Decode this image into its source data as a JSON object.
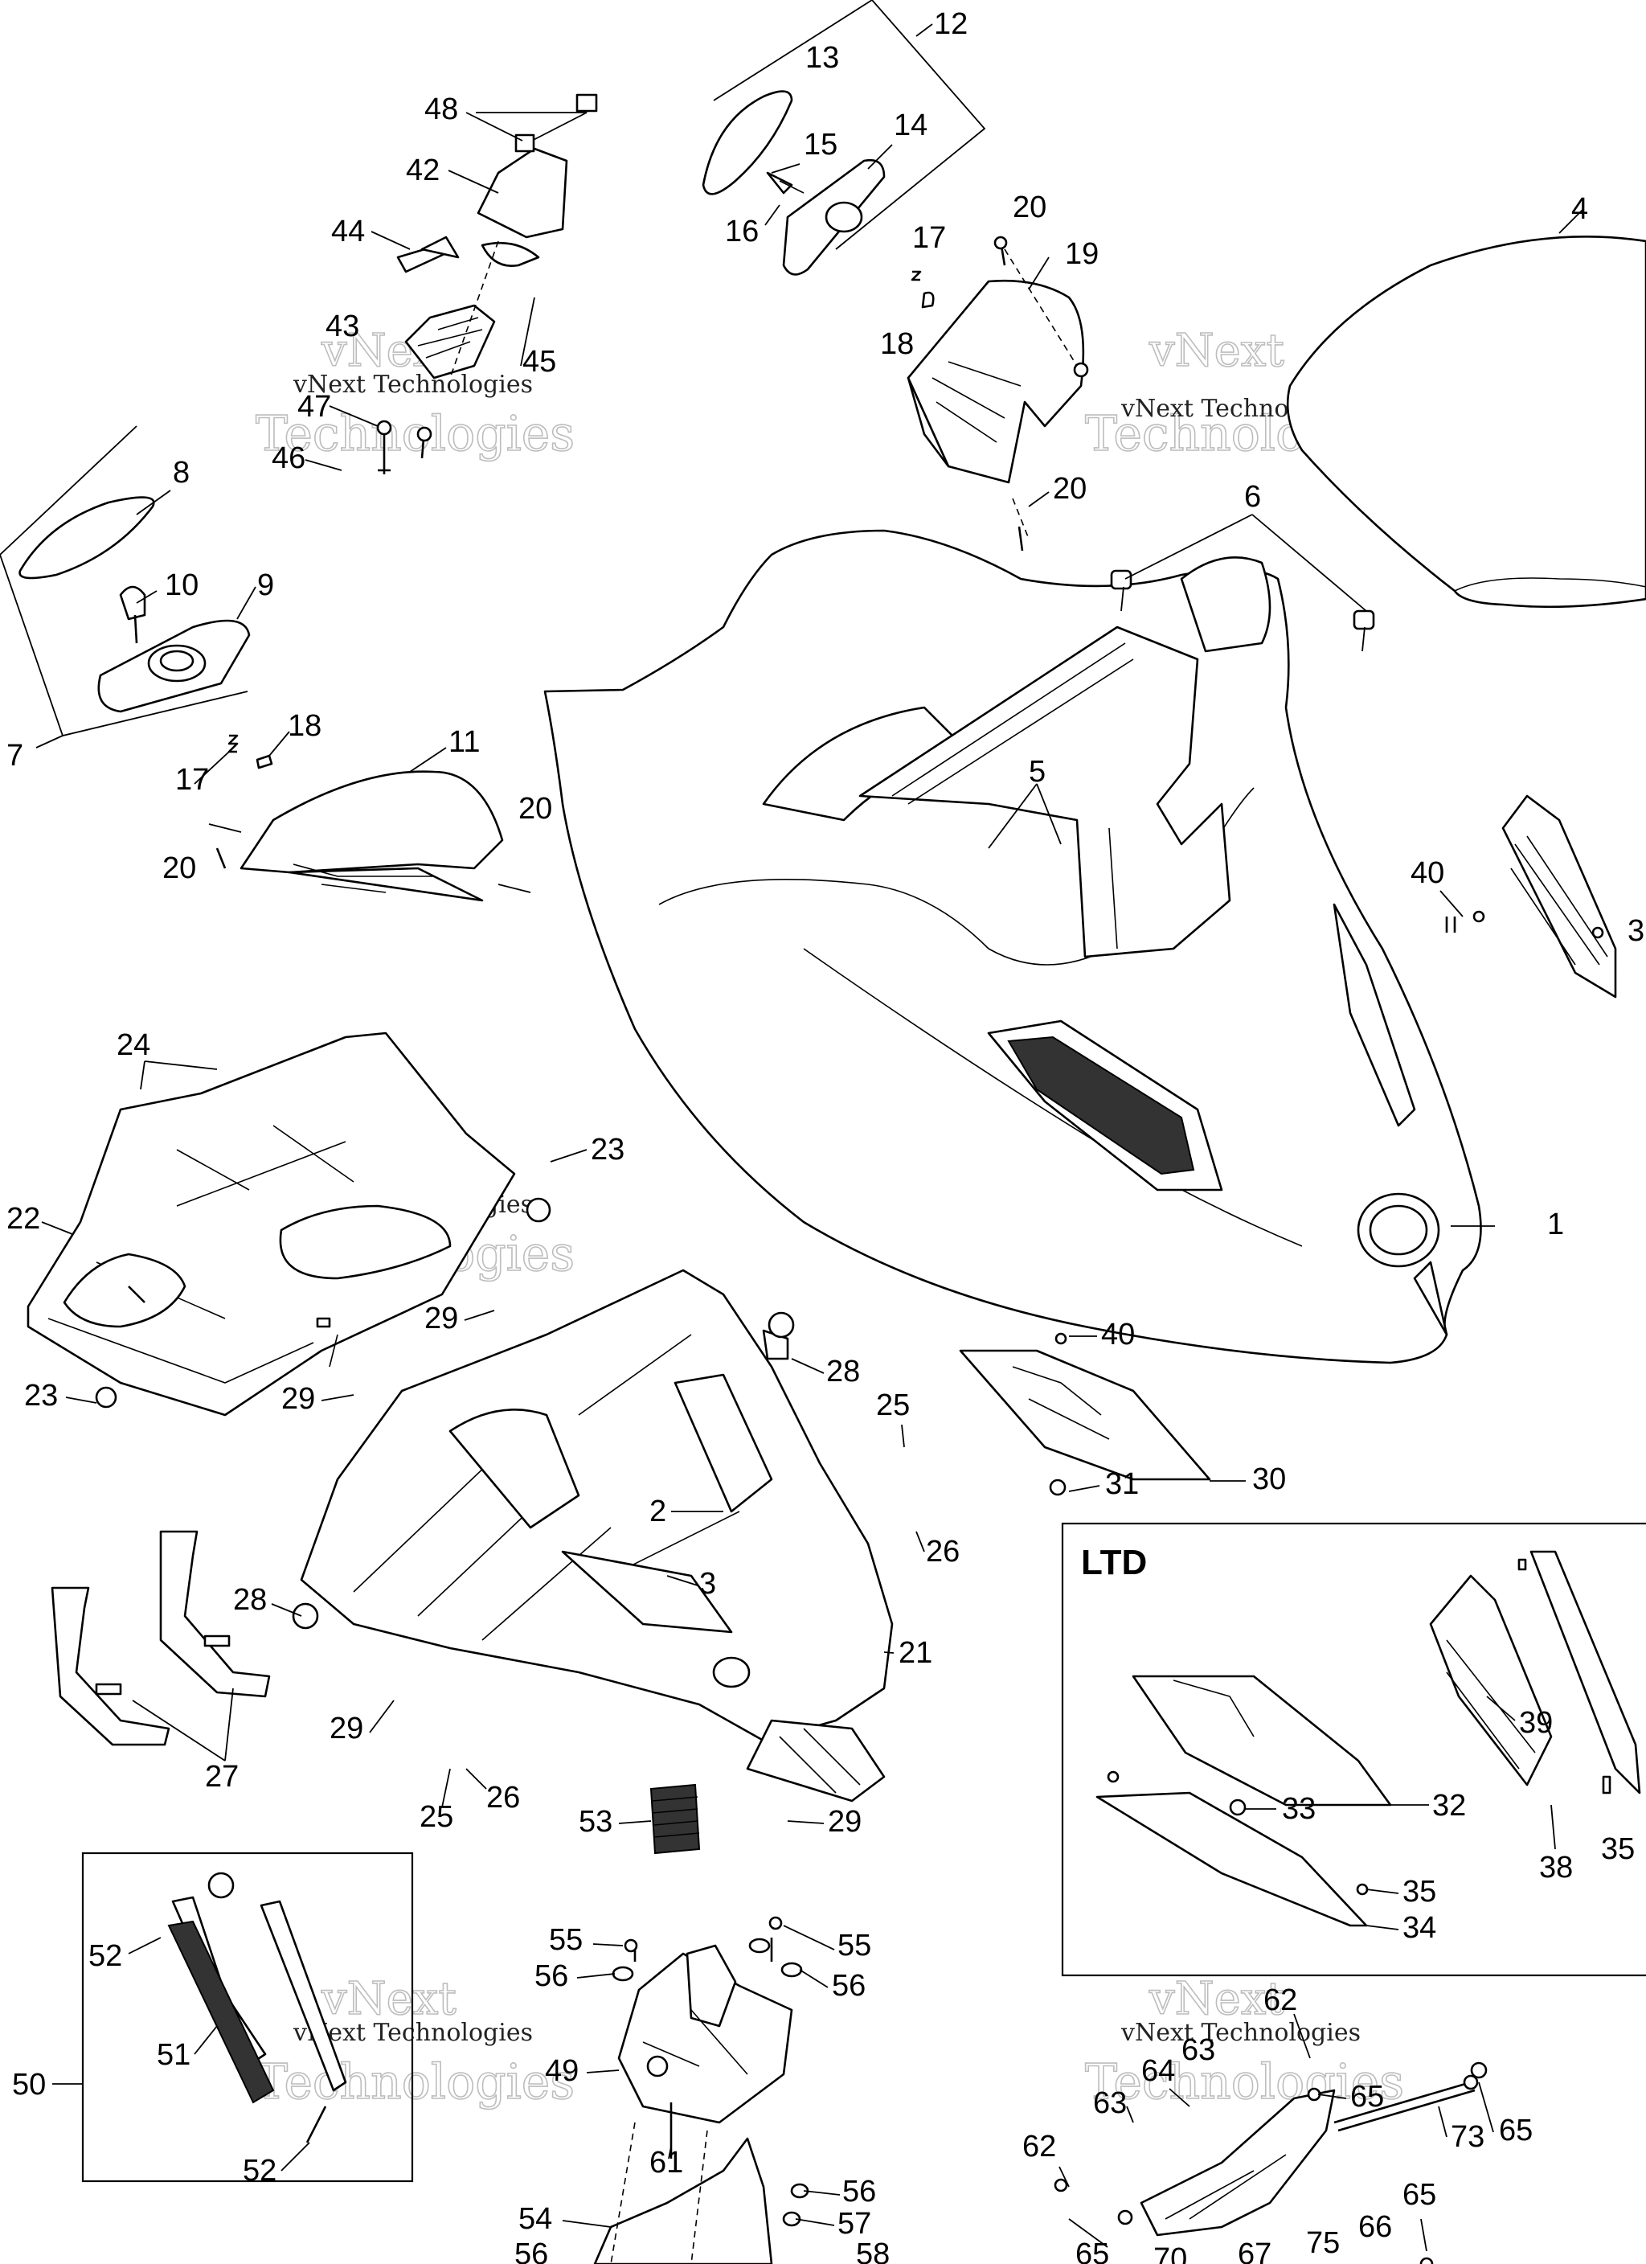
{
  "box_label": "LTD",
  "watermark": {
    "brand": "vNext",
    "word": "Technologies",
    "line": "vNext Technologies"
  },
  "callouts": [
    {
      "id": "c12",
      "text": "12"
    },
    {
      "id": "c13",
      "text": "13"
    },
    {
      "id": "c48",
      "text": "48"
    },
    {
      "id": "c42",
      "text": "42"
    },
    {
      "id": "c15",
      "text": "15"
    },
    {
      "id": "c14",
      "text": "14"
    },
    {
      "id": "c44",
      "text": "44"
    },
    {
      "id": "c16",
      "text": "16"
    },
    {
      "id": "c20a",
      "text": "20"
    },
    {
      "id": "c17a",
      "text": "17"
    },
    {
      "id": "c19",
      "text": "19"
    },
    {
      "id": "c4",
      "text": "4"
    },
    {
      "id": "c43",
      "text": "43"
    },
    {
      "id": "c45",
      "text": "45"
    },
    {
      "id": "c18a",
      "text": "18"
    },
    {
      "id": "c47",
      "text": "47"
    },
    {
      "id": "c46",
      "text": "46"
    },
    {
      "id": "c20b",
      "text": "20"
    },
    {
      "id": "c8",
      "text": "8"
    },
    {
      "id": "c6",
      "text": "6"
    },
    {
      "id": "c10",
      "text": "10"
    },
    {
      "id": "c9",
      "text": "9"
    },
    {
      "id": "c18b",
      "text": "18"
    },
    {
      "id": "c11",
      "text": "11"
    },
    {
      "id": "c7",
      "text": "7"
    },
    {
      "id": "c17b",
      "text": "17"
    },
    {
      "id": "c5",
      "text": "5"
    },
    {
      "id": "c20c",
      "text": "20"
    },
    {
      "id": "c20d",
      "text": "20"
    },
    {
      "id": "c40a",
      "text": "40"
    },
    {
      "id": "c39a",
      "text": "3"
    },
    {
      "id": "c24",
      "text": "24"
    },
    {
      "id": "c23a",
      "text": "23"
    },
    {
      "id": "c22",
      "text": "22"
    },
    {
      "id": "c1",
      "text": "1"
    },
    {
      "id": "c29a",
      "text": "29"
    },
    {
      "id": "c40b",
      "text": "40"
    },
    {
      "id": "c28a",
      "text": "28"
    },
    {
      "id": "c23b",
      "text": "23"
    },
    {
      "id": "c29b",
      "text": "29"
    },
    {
      "id": "c25a",
      "text": "25"
    },
    {
      "id": "c31",
      "text": "31"
    },
    {
      "id": "c30",
      "text": "30"
    },
    {
      "id": "c2",
      "text": "2"
    },
    {
      "id": "c26a",
      "text": "26"
    },
    {
      "id": "c3",
      "text": "3"
    },
    {
      "id": "c28b",
      "text": "28"
    },
    {
      "id": "c21",
      "text": "21"
    },
    {
      "id": "c27",
      "text": "27"
    },
    {
      "id": "c29c",
      "text": "29"
    },
    {
      "id": "c25b",
      "text": "25"
    },
    {
      "id": "c26b",
      "text": "26"
    },
    {
      "id": "c53",
      "text": "53"
    },
    {
      "id": "c29d",
      "text": "29"
    },
    {
      "id": "c39",
      "text": "39"
    },
    {
      "id": "c33",
      "text": "33"
    },
    {
      "id": "c32",
      "text": "32"
    },
    {
      "id": "c38",
      "text": "38"
    },
    {
      "id": "c35a",
      "text": "35"
    },
    {
      "id": "c35b",
      "text": "35"
    },
    {
      "id": "c34",
      "text": "34"
    },
    {
      "id": "c52a",
      "text": "52"
    },
    {
      "id": "c55a",
      "text": "55"
    },
    {
      "id": "c55b",
      "text": "55"
    },
    {
      "id": "c56a",
      "text": "56"
    },
    {
      "id": "c56b",
      "text": "56"
    },
    {
      "id": "c51",
      "text": "51"
    },
    {
      "id": "c62a",
      "text": "62"
    },
    {
      "id": "c63a",
      "text": "63"
    },
    {
      "id": "c49",
      "text": "49"
    },
    {
      "id": "c64",
      "text": "64"
    },
    {
      "id": "c50",
      "text": "50"
    },
    {
      "id": "c63b",
      "text": "63"
    },
    {
      "id": "c65a",
      "text": "65"
    },
    {
      "id": "c73",
      "text": "73"
    },
    {
      "id": "c65b",
      "text": "65"
    },
    {
      "id": "c62b",
      "text": "62"
    },
    {
      "id": "c61",
      "text": "61"
    },
    {
      "id": "c56c",
      "text": "56"
    },
    {
      "id": "c52b",
      "text": "52"
    },
    {
      "id": "c57",
      "text": "57"
    },
    {
      "id": "c54",
      "text": "54"
    },
    {
      "id": "c65c",
      "text": "65"
    },
    {
      "id": "c66",
      "text": "66"
    },
    {
      "id": "c58",
      "text": "58"
    },
    {
      "id": "c56d",
      "text": "56"
    },
    {
      "id": "c65d",
      "text": "65"
    },
    {
      "id": "c70",
      "text": "70"
    },
    {
      "id": "c67",
      "text": "67"
    },
    {
      "id": "c75",
      "text": "75"
    }
  ]
}
